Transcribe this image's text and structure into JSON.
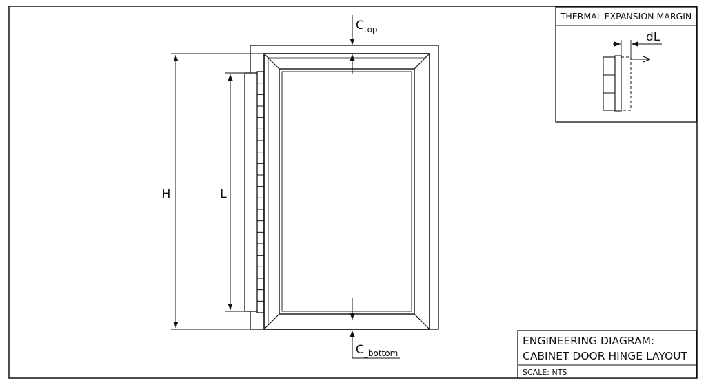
{
  "dimensions": {
    "height_label": "H",
    "hinge_length_label": "L",
    "clearance_top": {
      "base": "C",
      "sub": "top"
    },
    "clearance_bottom": {
      "base": "C",
      "sub": "_bottom"
    }
  },
  "inset": {
    "title": "THERMAL EXPANSION MARGIN",
    "expansion_label": "dL"
  },
  "title_block": {
    "line1": "ENGINEERING DIAGRAM:",
    "line2": "CABINET DOOR HINGE LAYOUT",
    "scale": "SCALE: NTS"
  }
}
